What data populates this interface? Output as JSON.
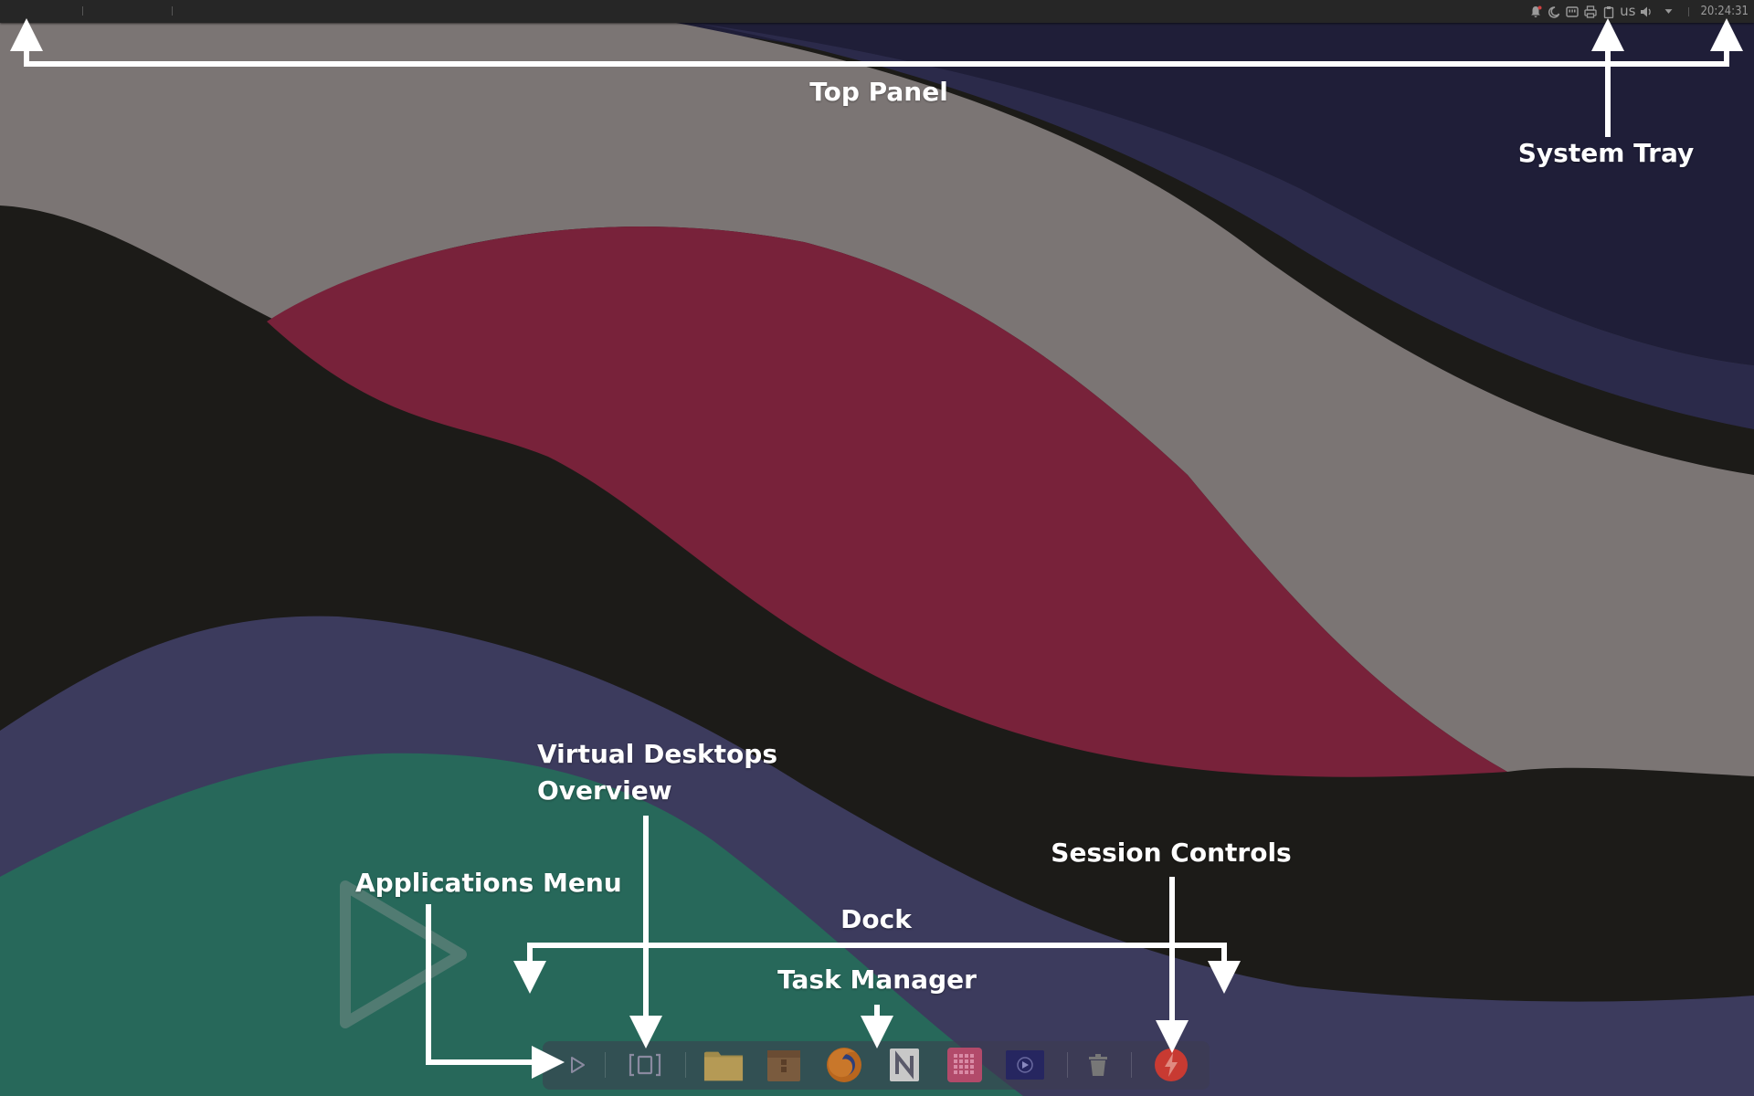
{
  "top_panel": {
    "tray": {
      "icons": [
        "notification-bell-icon",
        "night-mode-icon",
        "keyboard-icon",
        "printer-icon",
        "clipboard-icon"
      ],
      "keyboard_layout": "us",
      "volume_icon": "speaker-icon",
      "menu_icon": "triangle-down-icon",
      "clock": "20:24:31"
    }
  },
  "dock": {
    "items": [
      {
        "name": "applications-menu",
        "icon": "play-triangle-icon"
      },
      {
        "name": "virtual-desktops-overview",
        "icon": "bracket-desktops-icon"
      },
      {
        "name": "files",
        "icon": "folder-icon"
      },
      {
        "name": "archive-manager",
        "icon": "archive-box-icon"
      },
      {
        "name": "firefox",
        "icon": "firefox-icon"
      },
      {
        "name": "notes",
        "icon": "notes-n-icon"
      },
      {
        "name": "pink-app",
        "icon": "grid-dots-icon"
      },
      {
        "name": "media-player",
        "icon": "video-play-icon"
      },
      {
        "name": "trash",
        "icon": "trash-icon"
      },
      {
        "name": "session-controls",
        "icon": "power-bolt-icon"
      }
    ]
  },
  "annotations": {
    "top_panel": "Top Panel",
    "system_tray": "System Tray",
    "virtual_desktops_line1": "Virtual Desktops",
    "virtual_desktops_line2": "Overview",
    "applications_menu": "Applications Menu",
    "session_controls": "Session Controls",
    "dock": "Dock",
    "task_manager": "Task Manager"
  },
  "colors": {
    "panel": "#262626",
    "wave_gray": "#7b7574",
    "wave_navy": "#2b2a4a",
    "wave_crimson": "#78223a",
    "wave_black": "#1c1b18",
    "wave_indigo": "#3c3b5d",
    "wave_green": "#27685a",
    "annotation": "#ffffff",
    "power_red": "#c83a32"
  }
}
